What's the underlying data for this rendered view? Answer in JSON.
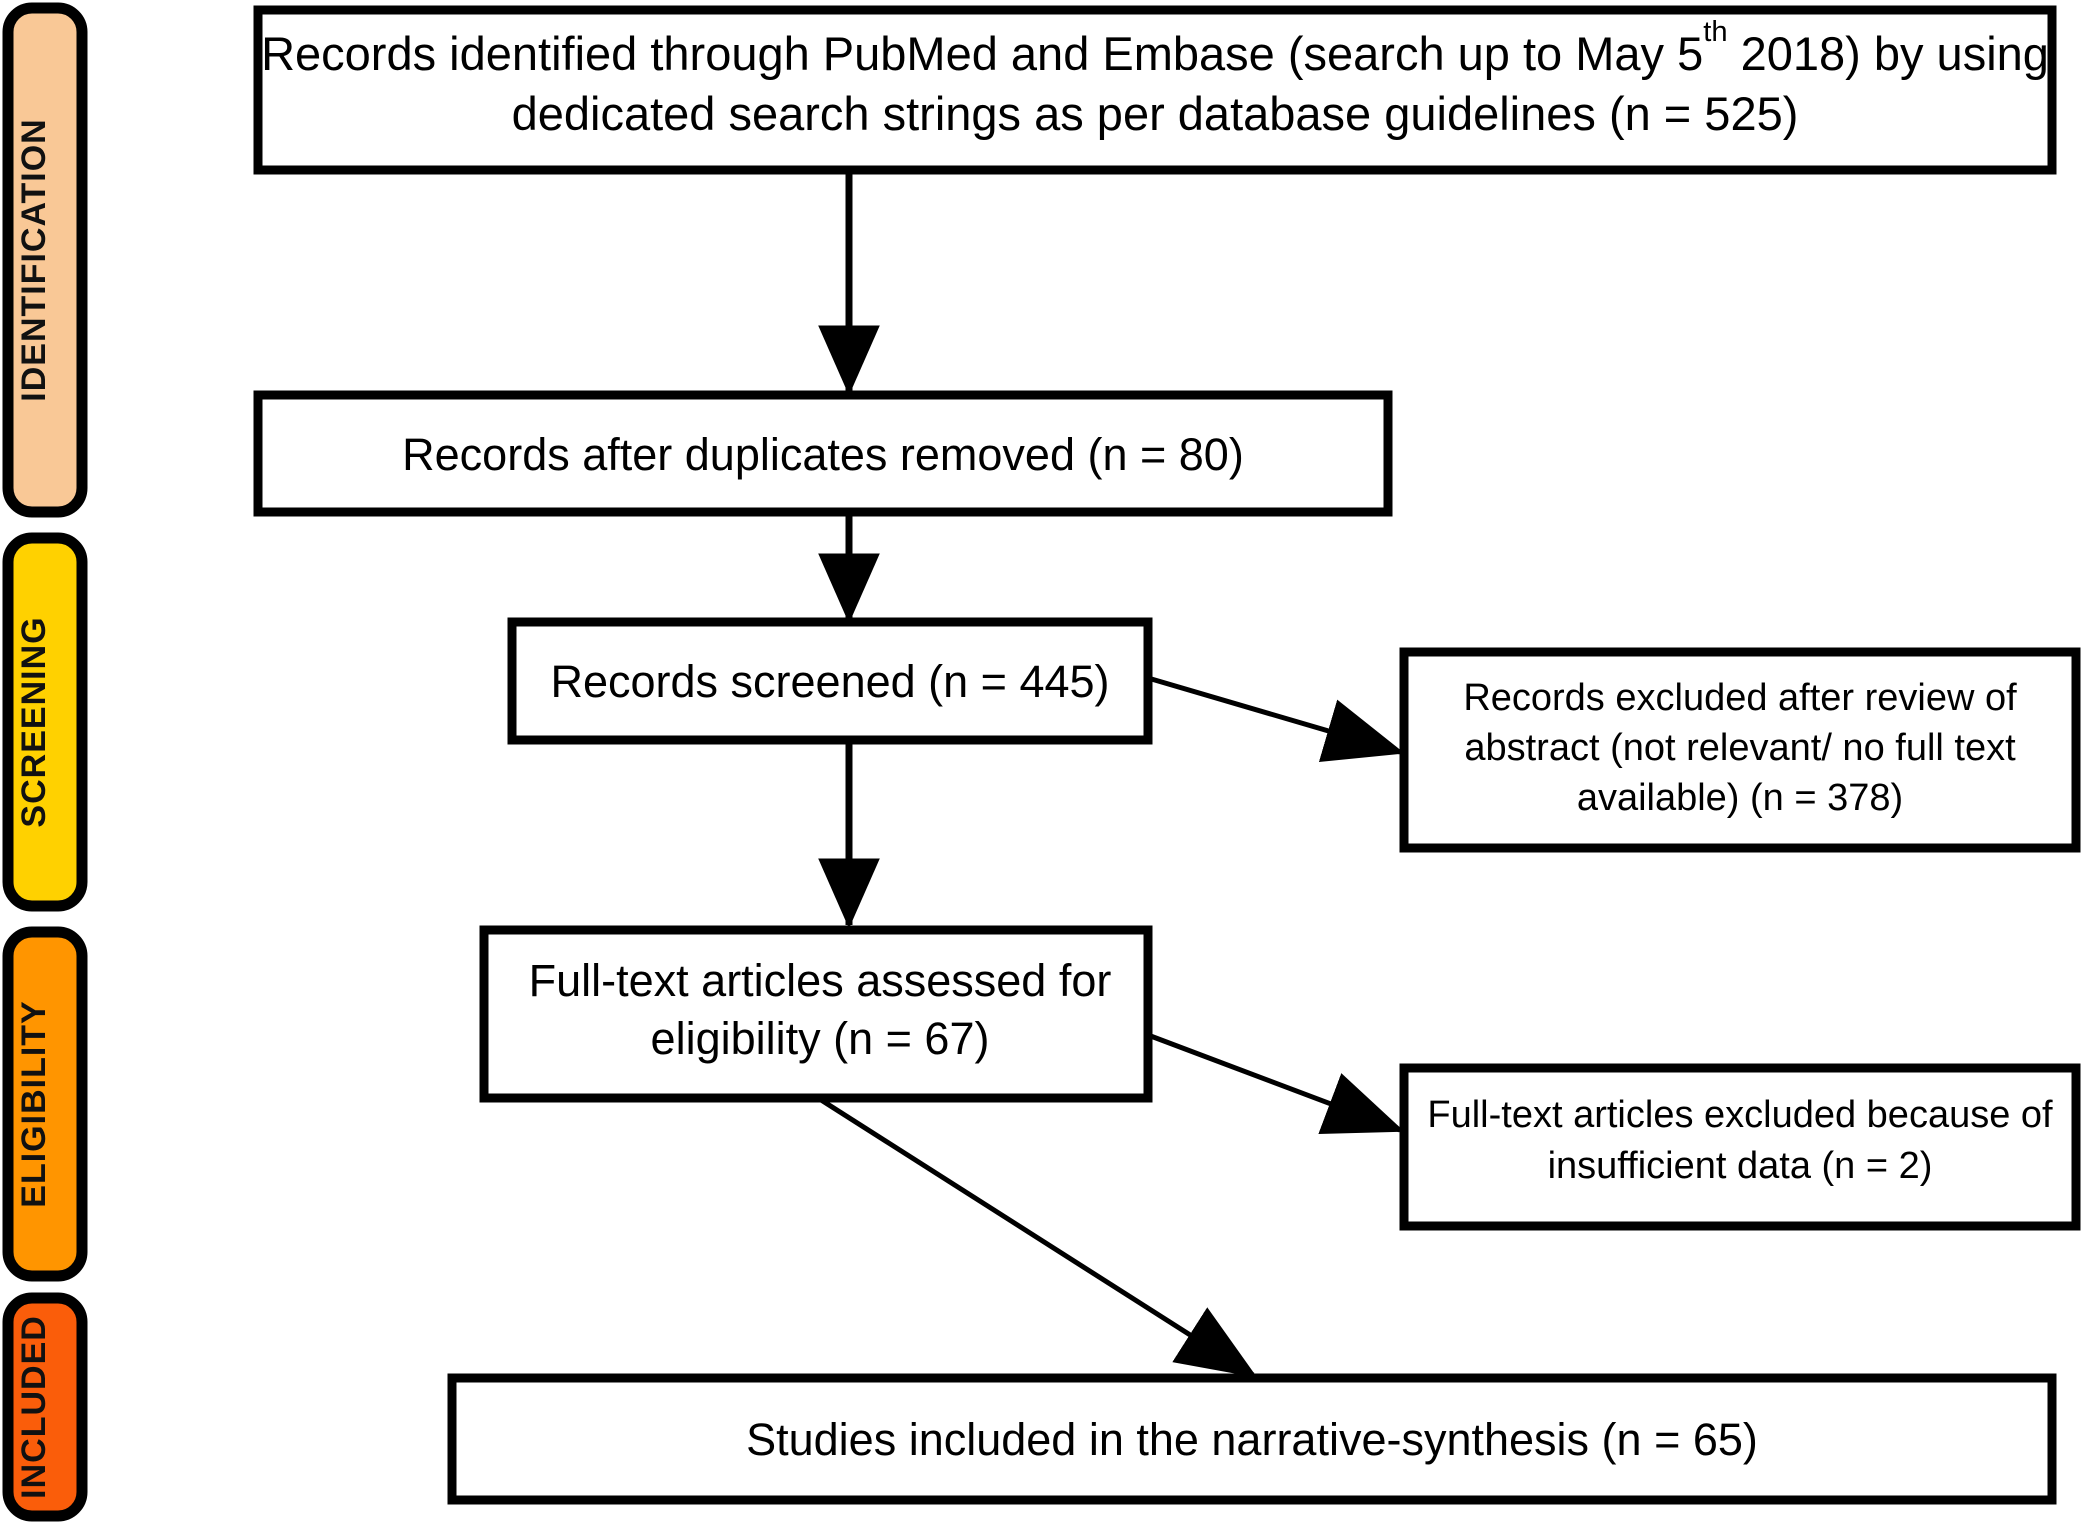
{
  "diagram": {
    "type": "prisma-flow-diagram",
    "title": "PRISMA study selection flow diagram",
    "stages": [
      {
        "id": "identification",
        "label": "IDENTIFICATION",
        "color": "#F9C896"
      },
      {
        "id": "screening",
        "label": "SCREENING",
        "color": "#FFD100"
      },
      {
        "id": "eligibility",
        "label": "ELIGIBILITY",
        "color": "#FF9500"
      },
      {
        "id": "included",
        "label": "INCLUDED",
        "color": "#FA5D0A"
      }
    ],
    "boxes": [
      {
        "id": "records-identified",
        "stage": "identification",
        "lines": [
          "Records identified through PubMed and Embase (search up to May 5",
          "dedicated search strings as per database guidelines (n = 525)"
        ],
        "line1_prefix": "Records identified through PubMed and Embase (search up to May 5",
        "line1_sup": "th",
        "line1_suffix": " 2018) by using",
        "line2": "dedicated search strings as per database guidelines (n = 525)",
        "n": 525
      },
      {
        "id": "records-after-duplicates",
        "stage": "identification",
        "text": "Records after duplicates removed (n = 80)",
        "n": 80
      },
      {
        "id": "records-screened",
        "stage": "screening",
        "text": "Records screened (n = 445)",
        "n": 445
      },
      {
        "id": "records-excluded",
        "stage": "screening",
        "line1": "Records excluded after review of",
        "line2": "abstract (not relevant/ no full text",
        "line3": "available) (n = 378)",
        "n": 378
      },
      {
        "id": "full-text-assessed",
        "stage": "eligibility",
        "line1": "Full-text articles assessed for",
        "line2": "eligibility (n = 67)",
        "n": 67
      },
      {
        "id": "full-text-excluded",
        "stage": "eligibility",
        "line1": "Full-text articles excluded because of",
        "line2": "insufficient data (n = 2)",
        "n": 2
      },
      {
        "id": "studies-included",
        "stage": "included",
        "text": "Studies included in the narrative-synthesis (n = 65)",
        "n": 65
      }
    ],
    "connectors": [
      {
        "id": "identified-to-duplicates",
        "kind": "vertical-arrow"
      },
      {
        "id": "duplicates-to-screened",
        "kind": "vertical-arrow"
      },
      {
        "id": "screened-to-fulltext",
        "kind": "vertical-arrow"
      },
      {
        "id": "screened-to-excluded",
        "kind": "diagonal-arrow"
      },
      {
        "id": "fulltext-to-excluded",
        "kind": "diagonal-arrow"
      },
      {
        "id": "fulltext-to-included",
        "kind": "diagonal-arrow"
      }
    ],
    "colors": {
      "stroke": "#000000",
      "box_fill": "#FFFFFF",
      "background": "#FFFFFF"
    }
  }
}
